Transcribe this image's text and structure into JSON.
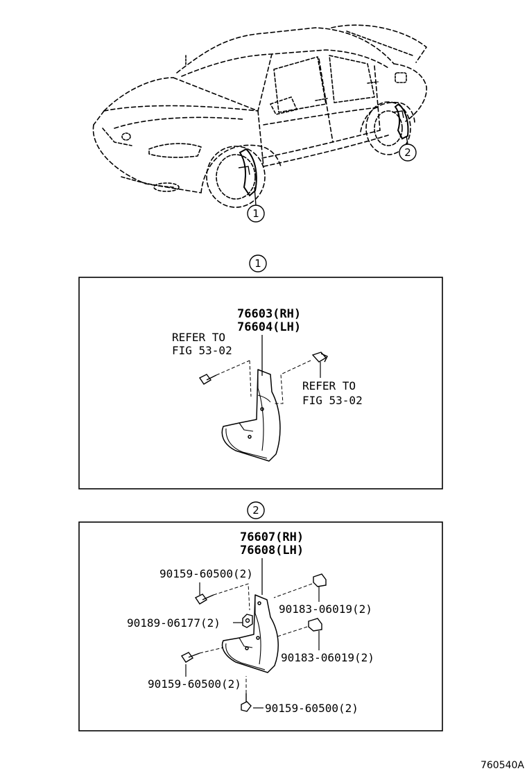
{
  "overview": {
    "callout_front": "1",
    "callout_rear": "2"
  },
  "panel1": {
    "heading": "1",
    "part_rh": "76603(RH)",
    "part_lh": "76604(LH)",
    "refer_left_line1": "REFER TO",
    "refer_left_line2": "FIG 53-02",
    "refer_right_line1": "REFER TO",
    "refer_right_line2": "FIG 53-02"
  },
  "panel2": {
    "heading": "2",
    "part_rh": "76607(RH)",
    "part_lh": "76608(LH)",
    "bolt_top": "90159-60500(2)",
    "nut": "90189-06177(2)",
    "clip_top": "90183-06019(2)",
    "clip_bottom": "90183-06019(2)",
    "bolt_left": "90159-60500(2)",
    "bolt_bottom": "90159-60500(2)"
  },
  "footer": {
    "ref_code": "760540A"
  }
}
